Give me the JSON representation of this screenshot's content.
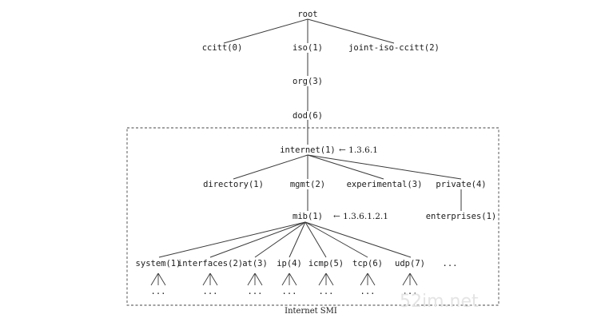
{
  "diagram": {
    "nodes": {
      "root": "root",
      "ccitt": "ccitt(0)",
      "iso": "iso(1)",
      "joint": "joint-iso-ccitt(2)",
      "org": "org(3)",
      "dod": "dod(6)",
      "internet": "internet(1)",
      "directory": "directory(1)",
      "mgmt": "mgmt(2)",
      "experimental": "experimental(3)",
      "private": "private(4)",
      "mib": "mib(1)",
      "enterprises": "enterprises(1)",
      "system": "system(1)",
      "interfaces": "interfaces(2)",
      "at": "at(3)",
      "ip": "ip(4)",
      "icmp": "icmp(5)",
      "tcp": "tcp(6)",
      "udp": "udp(7)",
      "more": "..."
    },
    "annotations": {
      "internet_oid": "← 1.3.6.1",
      "mib_oid": "← 1.3.6.1.2.1"
    },
    "box_label": "Internet SMI",
    "leaf_ellipsis": "...",
    "watermark": "52im.net"
  }
}
